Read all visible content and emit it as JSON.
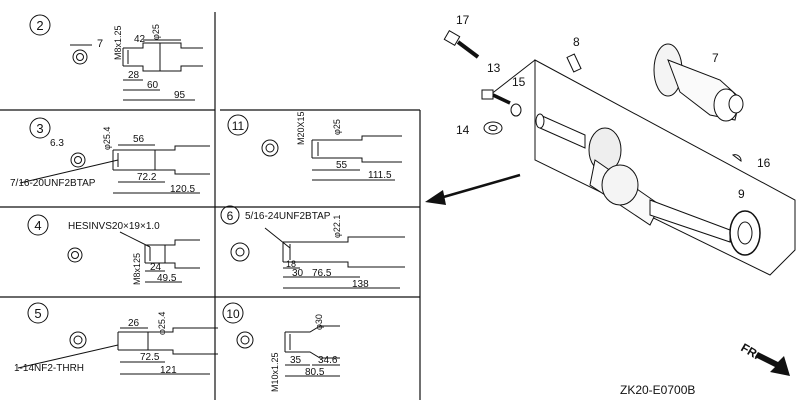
{
  "panel_2": {
    "id": "2",
    "d1": "7",
    "d2": "42",
    "d3": "M8x1.25",
    "d4": "φ25",
    "d5": "28",
    "d6": "60",
    "d7": "95"
  },
  "panel_3": {
    "id": "3",
    "d1": "6.3",
    "d2": "φ25.4",
    "d3": "56",
    "d4": "72.2",
    "d5": "120.5",
    "thread": "7/16-20UNF2BTAP"
  },
  "panel_4": {
    "id": "4",
    "thread": "HESINVS20×19×1.0",
    "d1": "M8x125",
    "d2": "24",
    "d3": "49.5"
  },
  "panel_5": {
    "id": "5",
    "d1": "26",
    "d2": "φ25.4",
    "d3": "72.5",
    "d4": "121",
    "thread": "1-14NF2-THRH"
  },
  "panel_6": {
    "id": "6",
    "thread": "5/16-24UNF2BTAP",
    "d1": "φ22.1",
    "d2": "18",
    "d3": "30",
    "d4": "76.5",
    "d5": "138"
  },
  "panel_10": {
    "id": "10",
    "d1": "M10x1.25",
    "d2": "φ30",
    "d3": "35",
    "d4": "34.6",
    "d5": "80.5"
  },
  "panel_11": {
    "id": "11",
    "d1": "M20X15",
    "d2": "φ25",
    "d3": "55",
    "d4": "111.5"
  },
  "callouts": {
    "c17": "17",
    "c8": "8",
    "c7": "7",
    "c13": "13",
    "c15": "15",
    "c14": "14",
    "c16": "16",
    "c9": "9"
  },
  "direction_label": "FR.",
  "drawing_code": "ZK20-E0700B"
}
